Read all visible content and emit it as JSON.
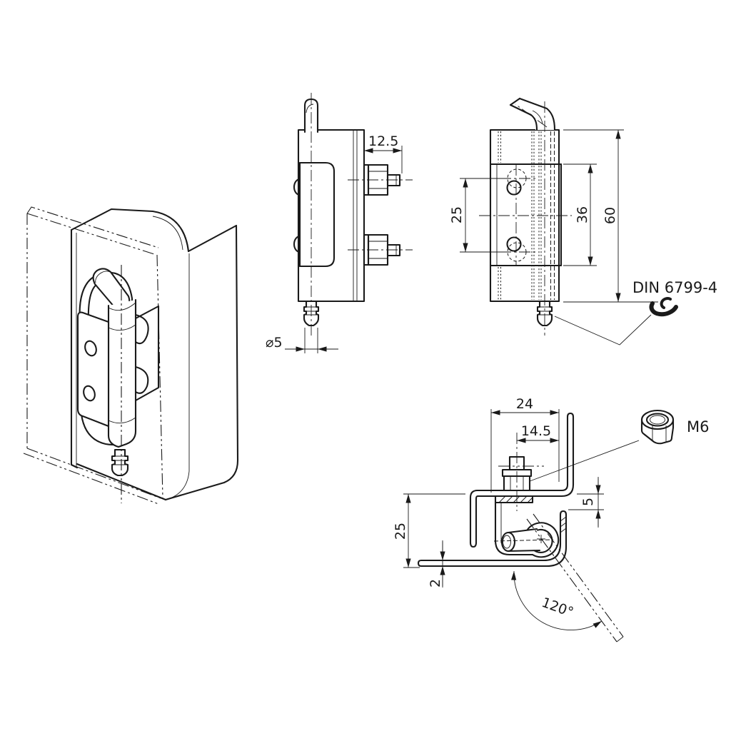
{
  "drawing": {
    "background": "#ffffff",
    "ink_color": "#1a1a1a",
    "side_view": {
      "dim_stud_length": "12.5",
      "dim_pin_diameter": "⌀5"
    },
    "front_view": {
      "dim_hole_spacing": "25",
      "dim_leaf_height": "36",
      "dim_total_height": "60",
      "callout_retaining_ring": "DIN 6799-4"
    },
    "section_view": {
      "dim_bracket_width": "24",
      "dim_stud_offset": "14.5",
      "dim_flange_gap": "5",
      "dim_depth": "25",
      "dim_sheet_thickness": "2",
      "dim_opening_angle": "120°",
      "callout_nut": "M6"
    }
  }
}
